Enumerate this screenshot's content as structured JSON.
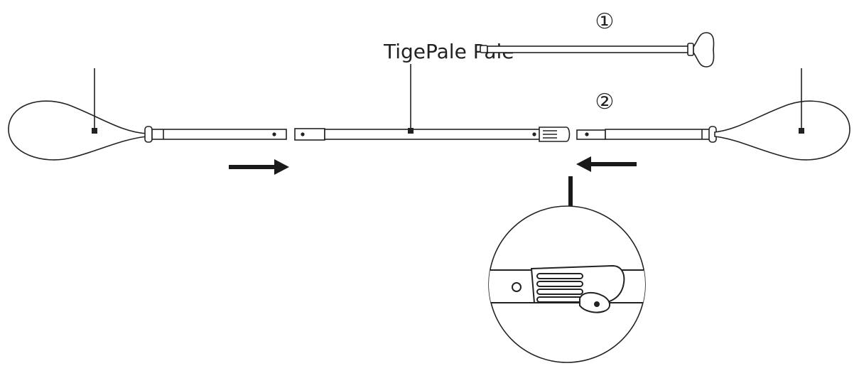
{
  "labels": {
    "step_one_marker": "①",
    "step_two_marker": "②",
    "shaft_label": "TigePale Pale"
  },
  "colors": {
    "line": "#222222",
    "fill": "#ffffff",
    "arrow": "#1a1a1a"
  },
  "icons": {
    "arrow_right": "arrow-right-icon",
    "arrow_left": "arrow-left-icon",
    "arrow_down": "arrow-down-icon"
  }
}
